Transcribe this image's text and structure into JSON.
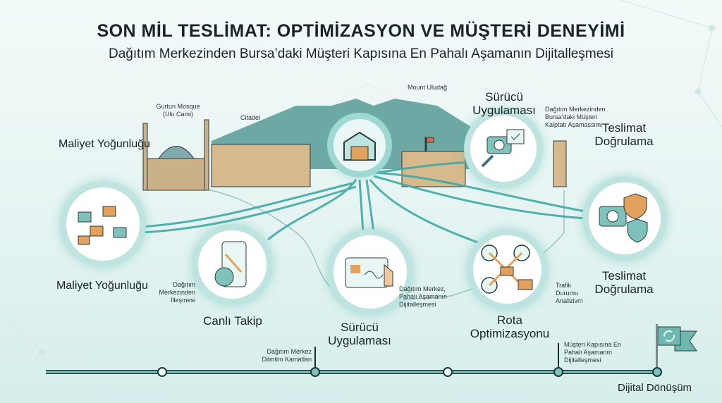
{
  "header": {
    "title": "SON MİL TESLİMAT: OPTİMİZASYON VE MÜŞTERİ DENEYİMİ",
    "subtitle": "Dağıtım Merkezinden Bursa’daki Müşteri Kapısına En Pahalı Aşamanın Dijitalleşmesi"
  },
  "landmarks": {
    "mosque": "Gurtun Mosque (Ulu Cami)",
    "citadel": "Citadel",
    "mountain": "Mount Uludağ"
  },
  "nodes": {
    "cost_top": "Maliyet Yoğunluğu",
    "cost_bottom": "Maliyet Yoğunluğu",
    "live_tracking": "Canlı Takip",
    "driver_app_bottom": "Sürücü Uygulaması",
    "driver_app_top": "Sürücü Uygulaması",
    "route_opt": "Rota Optimizasyonu",
    "delivery_top": "Teslimat Doğrulama",
    "delivery_bottom": "Teslimat Doğrulama"
  },
  "notes": {
    "driver_top": "Dağıtım Merkezinden Bursa’daki Müşteri Kaiptatı Aşamassimi",
    "live": "Dağıtım Merkezinden İlleşmesi",
    "driver_bottom": "Dağıtım Merkez, Pahalı Aşamanın Dijitalleşmesi",
    "traffic": "Trafik Durumu Analizivm",
    "timeline_1": "Dağıtım Merkez Dilmtim Kamatlan",
    "timeline_2": "Müşteri Kapısına En Pahalı Aşamanın Dijitalleşmesi"
  },
  "timeline": {
    "end_label": "Dijital Dönüşüm"
  },
  "colors": {
    "teal": "#5fb3ab",
    "light_teal": "#bfe3df",
    "dark": "#1d2a2e",
    "orange": "#e2a25c"
  }
}
